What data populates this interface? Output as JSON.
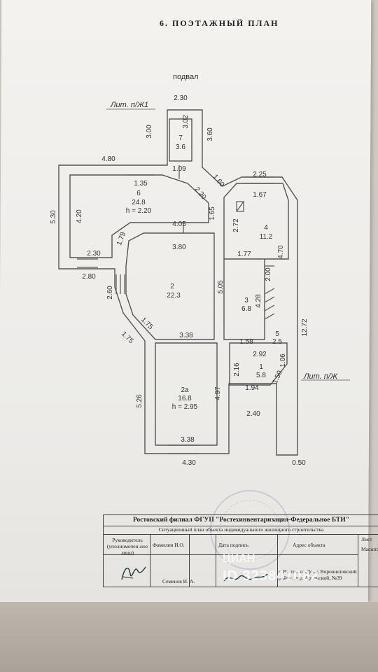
{
  "page_title": "6. ПОЭТАЖНЫЙ ПЛАН",
  "floor_label": "подвал",
  "lit_labels": {
    "top": "Лит. п/Ж1",
    "right": "Лит. п/Ж"
  },
  "rooms": [
    {
      "num": "7",
      "area": "3.6"
    },
    {
      "num": "6",
      "area": "24.8",
      "height": "h = 2.20"
    },
    {
      "num": "4",
      "area": "11.2"
    },
    {
      "num": "2",
      "area": "22.3"
    },
    {
      "num": "3",
      "area": "6.8"
    },
    {
      "num": "5",
      "area": "2.5"
    },
    {
      "num": "1",
      "area": "5.8"
    },
    {
      "num": "2a",
      "area": "16.8",
      "height": "h = 2.95"
    }
  ],
  "dimensions": [
    "2.30",
    "3.00",
    "3.02",
    "3.60",
    "4.80",
    "1.09",
    "1.60",
    "2.25",
    "1.67",
    "1.35",
    "2.20",
    "5.30",
    "4.20",
    "1.65",
    "2.72",
    "4.70",
    "4.05",
    "1.79",
    "3.80",
    "1.77",
    "2.00",
    "2.30",
    "2.80",
    "2.60",
    "5.05",
    "4.28",
    "12.72",
    "1.75",
    "1.75",
    "3.38",
    "1.58",
    "2.92",
    "2.16",
    "1.06",
    "1.50",
    "1.94",
    "5.26",
    "4.97",
    "2.40",
    "3.38",
    "4.30",
    "0.50"
  ],
  "info": {
    "org": "Ростовский филиал ФГУП \"Ростехинвентаризация-Федеральное БТИ\"",
    "subtitle": "Ситуационный план объекта индивидуального жилищного строительства",
    "role": "Руководитель (уполномочен-ное лицо)",
    "col_name": "Фамилия И.О.",
    "col_date": "Дата подпись",
    "col_addr": "Адрес объекта",
    "col_sheet": "Лист",
    "col_scale": "Масштаб",
    "person": "Семенов И. А.",
    "address": "г. Ростов-на-Дону, Ворошиловский район, пер. Аральский, №39"
  },
  "watermark": {
    "brand": "ЦИАН",
    "id": "ID 323841082"
  }
}
